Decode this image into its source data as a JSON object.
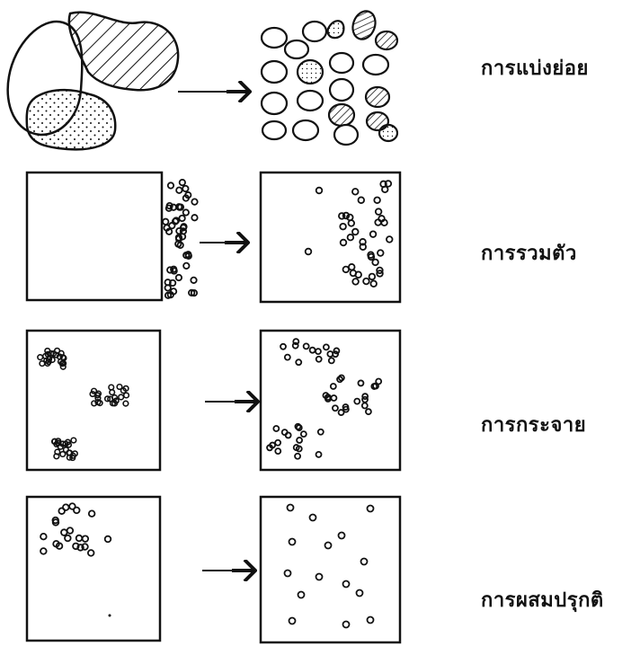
{
  "stroke_color": "#111111",
  "rows": [
    {
      "label": "การแบ่งย่อย"
    },
    {
      "label": "การรวมตัว"
    },
    {
      "label": "การกระจาย"
    },
    {
      "label": "การผสมปรุกติ"
    }
  ]
}
